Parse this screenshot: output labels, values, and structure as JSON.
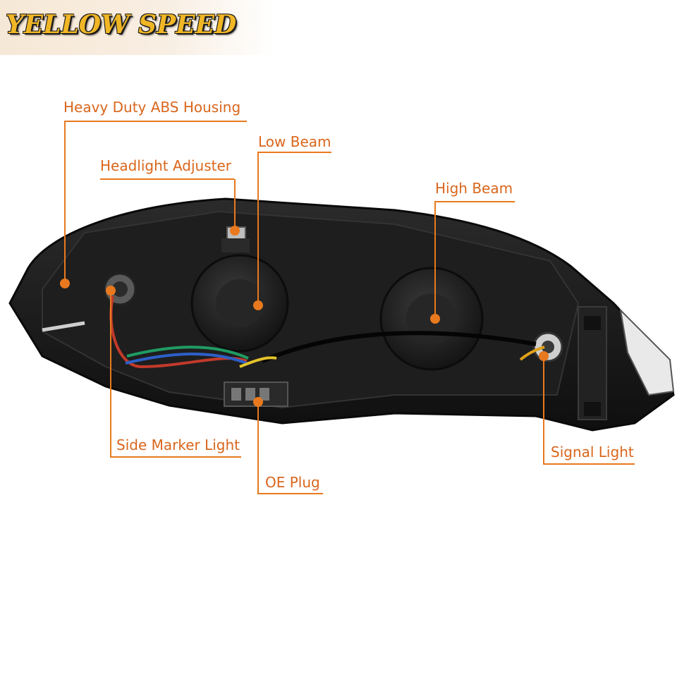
{
  "brand": {
    "logo_text": "YELLOW SPEED",
    "accent_color": "#e8791e",
    "logo_color": "#f0b626"
  },
  "product": {
    "subject": "headlight-assembly-rear-view",
    "housing_color": "#1b1b1b"
  },
  "callouts": {
    "housing": "Heavy Duty ABS Housing",
    "adjuster": "Headlight Adjuster",
    "low_beam": "Low Beam",
    "high_beam": "High Beam",
    "side_marker": "Side Marker Light",
    "oe_plug": "OE Plug",
    "signal": "Signal Light"
  }
}
